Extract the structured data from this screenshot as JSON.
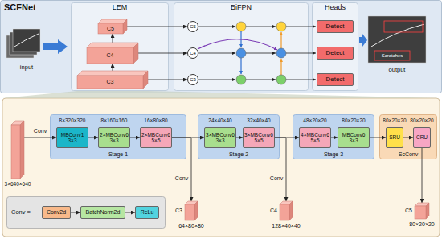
{
  "diagram": {
    "nodes": [
      {
        "text": [
          "SCFNet"
        ]
      },
      {
        "text": [
          "LEM"
        ],
        "in": 0
      },
      {
        "text": [
          "C5"
        ],
        "in": 1
      },
      {
        "text": [
          "C4"
        ],
        "in": 1
      },
      {
        "text": [
          "C3"
        ],
        "in": 1
      },
      {
        "text": [
          "BiFPN"
        ],
        "in": 0
      },
      {
        "text": [
          "C5"
        ],
        "in": 5
      },
      {
        "text": [
          "C4"
        ],
        "in": 5
      },
      {
        "text": [
          "C3"
        ],
        "in": 5
      },
      {
        "text": [
          "Heads"
        ],
        "in": 0
      },
      {
        "text": [
          "Detect"
        ],
        "in": 9
      },
      {
        "text": [
          "Detect"
        ],
        "in": 9
      },
      {
        "text": [
          "Detect"
        ],
        "in": 9
      },
      {
        "text": [
          "3×640×640"
        ]
      },
      {
        "text": [
          "Stage 1"
        ]
      },
      {
        "text": [
          "MBConv1 3×3"
        ],
        "in": 14
      },
      {
        "text": [
          "2×MBConv6 3×3"
        ],
        "in": 14
      },
      {
        "text": [
          "2×MBConv6 5×5"
        ],
        "in": 14
      },
      {
        "text": [
          "Stage 2"
        ]
      },
      {
        "text": [
          "3×MBConv6 3×3"
        ],
        "in": 18
      },
      {
        "text": [
          "3×MBConv6 5×5"
        ],
        "in": 18
      },
      {
        "text": [
          "Stage 3"
        ]
      },
      {
        "text": [
          "4×MBConv6 5×5"
        ],
        "in": 21
      },
      {
        "text": [
          "MBConv6 3×3"
        ],
        "in": 21
      },
      {
        "text": [
          "ScConv"
        ]
      },
      {
        "text": [
          "SRU"
        ],
        "in": 24
      },
      {
        "text": [
          "CRU"
        ],
        "in": 24
      },
      {
        "text": [
          "C3",
          "64×80×80"
        ]
      },
      {
        "text": [
          "C4",
          "128×40×40"
        ]
      },
      {
        "text": [
          "C5",
          "80×20×20"
        ]
      },
      {
        "text": [
          "Conv ="
        ]
      },
      {
        "text": [
          "Conv2d"
        ],
        "in": 30
      },
      {
        "text": [
          "BatchNorm2d"
        ],
        "in": 30
      },
      {
        "text": [
          "ReLu"
        ],
        "in": 30
      }
    ],
    "edges": [
      {
        "from": 4,
        "to": 3,
        "arrow": "to"
      },
      {
        "from": 3,
        "to": 2,
        "arrow": "to"
      },
      {
        "from": 2,
        "to": 6,
        "arrow": "to"
      },
      {
        "from": 3,
        "to": 7,
        "arrow": "to"
      },
      {
        "from": 4,
        "to": 8,
        "arrow": "to"
      },
      {
        "from": 13,
        "to": 15,
        "label": "Conv",
        "arrow": "to"
      },
      {
        "from": 15,
        "to": 16,
        "arrow": "to"
      },
      {
        "from": 16,
        "to": 17,
        "arrow": "to"
      },
      {
        "from": 17,
        "to": 19,
        "arrow": "to"
      },
      {
        "from": 19,
        "to": 20,
        "arrow": "to"
      },
      {
        "from": 20,
        "to": 22,
        "arrow": "to"
      },
      {
        "from": 22,
        "to": 23,
        "arrow": "to"
      },
      {
        "from": 23,
        "to": 25,
        "arrow": "to"
      },
      {
        "from": 25,
        "to": 26,
        "arrow": "to"
      },
      {
        "from": 17,
        "to": 27,
        "label": "Conv",
        "arrow": "to"
      },
      {
        "from": 20,
        "to": 28,
        "label": "Conv",
        "arrow": "to"
      },
      {
        "from": 26,
        "to": 29,
        "arrow": "to"
      },
      {
        "from": 31,
        "to": 32,
        "arrow": "to"
      },
      {
        "from": 32,
        "to": 33,
        "arrow": "to"
      }
    ],
    "labels": [
      "input",
      "output",
      "Scratches",
      "8×320×320",
      "8×160×160",
      "16×80×80",
      "24×40×40",
      "32×40×40",
      "48×20×20",
      "80×20×20",
      "80×20×20",
      "80×20×20"
    ]
  }
}
